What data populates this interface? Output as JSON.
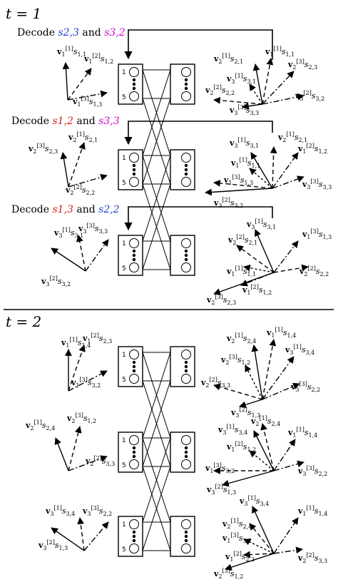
{
  "sections": [
    {
      "header": "t = 1",
      "stages": [
        {
          "decode": {
            "prefix": "Decode",
            "first": "s2,3",
            "first_color": "#1f3fd0",
            "joiner": "and",
            "second": "s3,2",
            "second_color": "#d400d4"
          },
          "left_vectors": [
            "v1[1]s1,1",
            "v1[2]s1,2",
            "v1[3]s1,3"
          ],
          "right_vectors": [
            "v2[1]s2,1",
            "v1[1]s1,1",
            "v2[3]s2,3",
            "v3[1]s3,1",
            "v2[2]s2,2",
            "v3[2]s3,2",
            "v3[3]s3,3"
          ]
        },
        {
          "decode": {
            "prefix": "Decode",
            "first": "s1,2",
            "first_color": "#e01b1b",
            "joiner": "and",
            "second": "s3,3",
            "second_color": "#d400d4"
          },
          "left_vectors": [
            "v2[3]s2,3",
            "v2[1]s2,1",
            "v2[2]s2,2"
          ],
          "right_vectors": [
            "v3[1]s3,1",
            "v2[1]s2,1",
            "v1[2]s1,2",
            "v1[1]s1,1",
            "v1[3]s1,3",
            "v3[3]s3,3",
            "v3[2]s3,2"
          ]
        },
        {
          "decode": {
            "prefix": "Decode",
            "first": "s1,3",
            "first_color": "#e01b1b",
            "joiner": "and",
            "second": "s2,2",
            "second_color": "#1f3fd0"
          },
          "left_vectors": [
            "v3[1]s3,1",
            "v3[3]s3,3",
            "v3[2]s3,2"
          ],
          "right_vectors": [
            "v3[1]s3,1",
            "v2[2]s2,1",
            "v1[3]s1,3",
            "v1[1]s1,1",
            "v2[2]s2,2",
            "v1[2]s1,2",
            "v2[3]s2,3"
          ]
        }
      ]
    },
    {
      "header": "t = 2",
      "stages": [
        {
          "left_vectors": [
            "v1[1]s1,4",
            "v1[2]s2,3",
            "v1[3]s3,2"
          ],
          "right_vectors": [
            "v2[1]s2,4",
            "v1[1]s1,4",
            "v3[1]s3,4",
            "v2[3]s1,2",
            "v2[2]s3,3",
            "v3[3]s2,2",
            "v3[2]s1,3"
          ]
        },
        {
          "left_vectors": [
            "v2[1]s2,4",
            "v2[3]s1,2",
            "v2[2]s3,3"
          ],
          "right_vectors": [
            "v3[1]s3,4",
            "v2[1]s2,4",
            "v1[1]s1,4",
            "v1[2]s1,2",
            "v1[3]s3,2",
            "v3[3]s2,2",
            "v3[2]s1,3"
          ]
        },
        {
          "left_vectors": [
            "v3[1]s3,4",
            "v3[3]s2,2",
            "v3[2]s1,3"
          ],
          "right_vectors": [
            "v3[1]s3,4",
            "v2[1]s2,4",
            "v1[1]s1,4",
            "v1[3]s3,2",
            "v1[2]s2,3",
            "v2[2]s3,3",
            "v2[3]s1,2"
          ]
        }
      ]
    }
  ],
  "node_labels": {
    "top": "1",
    "bottom": "5"
  }
}
